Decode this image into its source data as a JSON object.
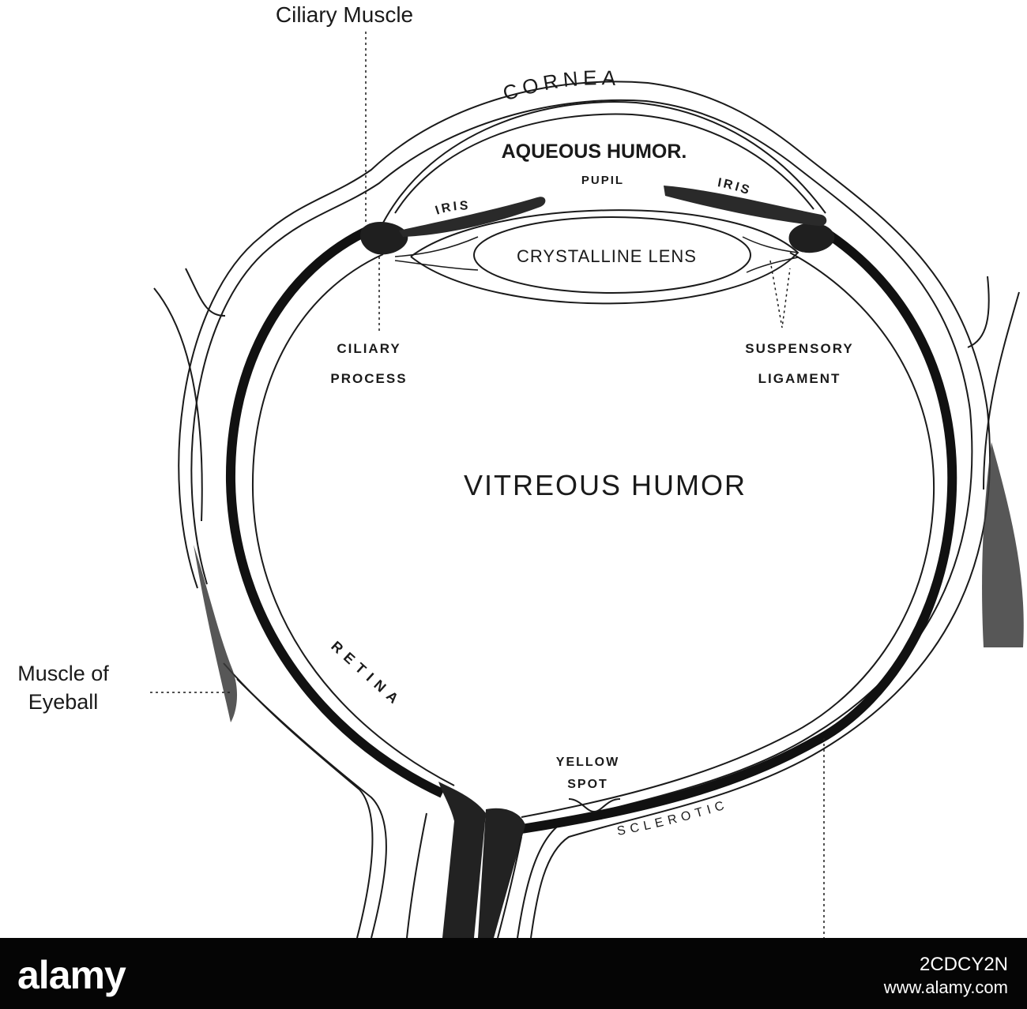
{
  "labels": {
    "ciliary_muscle": "Ciliary Muscle",
    "cornea": "CORNEA",
    "aqueous_humor": "AQUEOUS HUMOR.",
    "pupil": "PUPIL",
    "iris_left": "IRIS",
    "iris_right": "IRIS",
    "crystalline_lens": "CRYSTALLINE LENS",
    "ciliary_process_1": "CILIARY",
    "ciliary_process_2": "PROCESS",
    "suspensory_ligament_1": "SUSPENSORY",
    "suspensory_ligament_2": "LIGAMENT",
    "vitreous_humor": "VITREOUS HUMOR",
    "muscle_of_eyeball_1": "Muscle of",
    "muscle_of_eyeball_2": "Eyeball",
    "retina": "RETINA",
    "yellow_spot_1": "YELLOW",
    "yellow_spot_2": "SPOT",
    "sclerotic": "SCLEROTIC"
  },
  "footer": {
    "brand": "alamy",
    "image_id": "2CDCY2N",
    "site": "www.alamy.com"
  },
  "colors": {
    "ink": "#1a1a1a",
    "footer_bg": "#050505",
    "footer_text": "#ffffff"
  }
}
